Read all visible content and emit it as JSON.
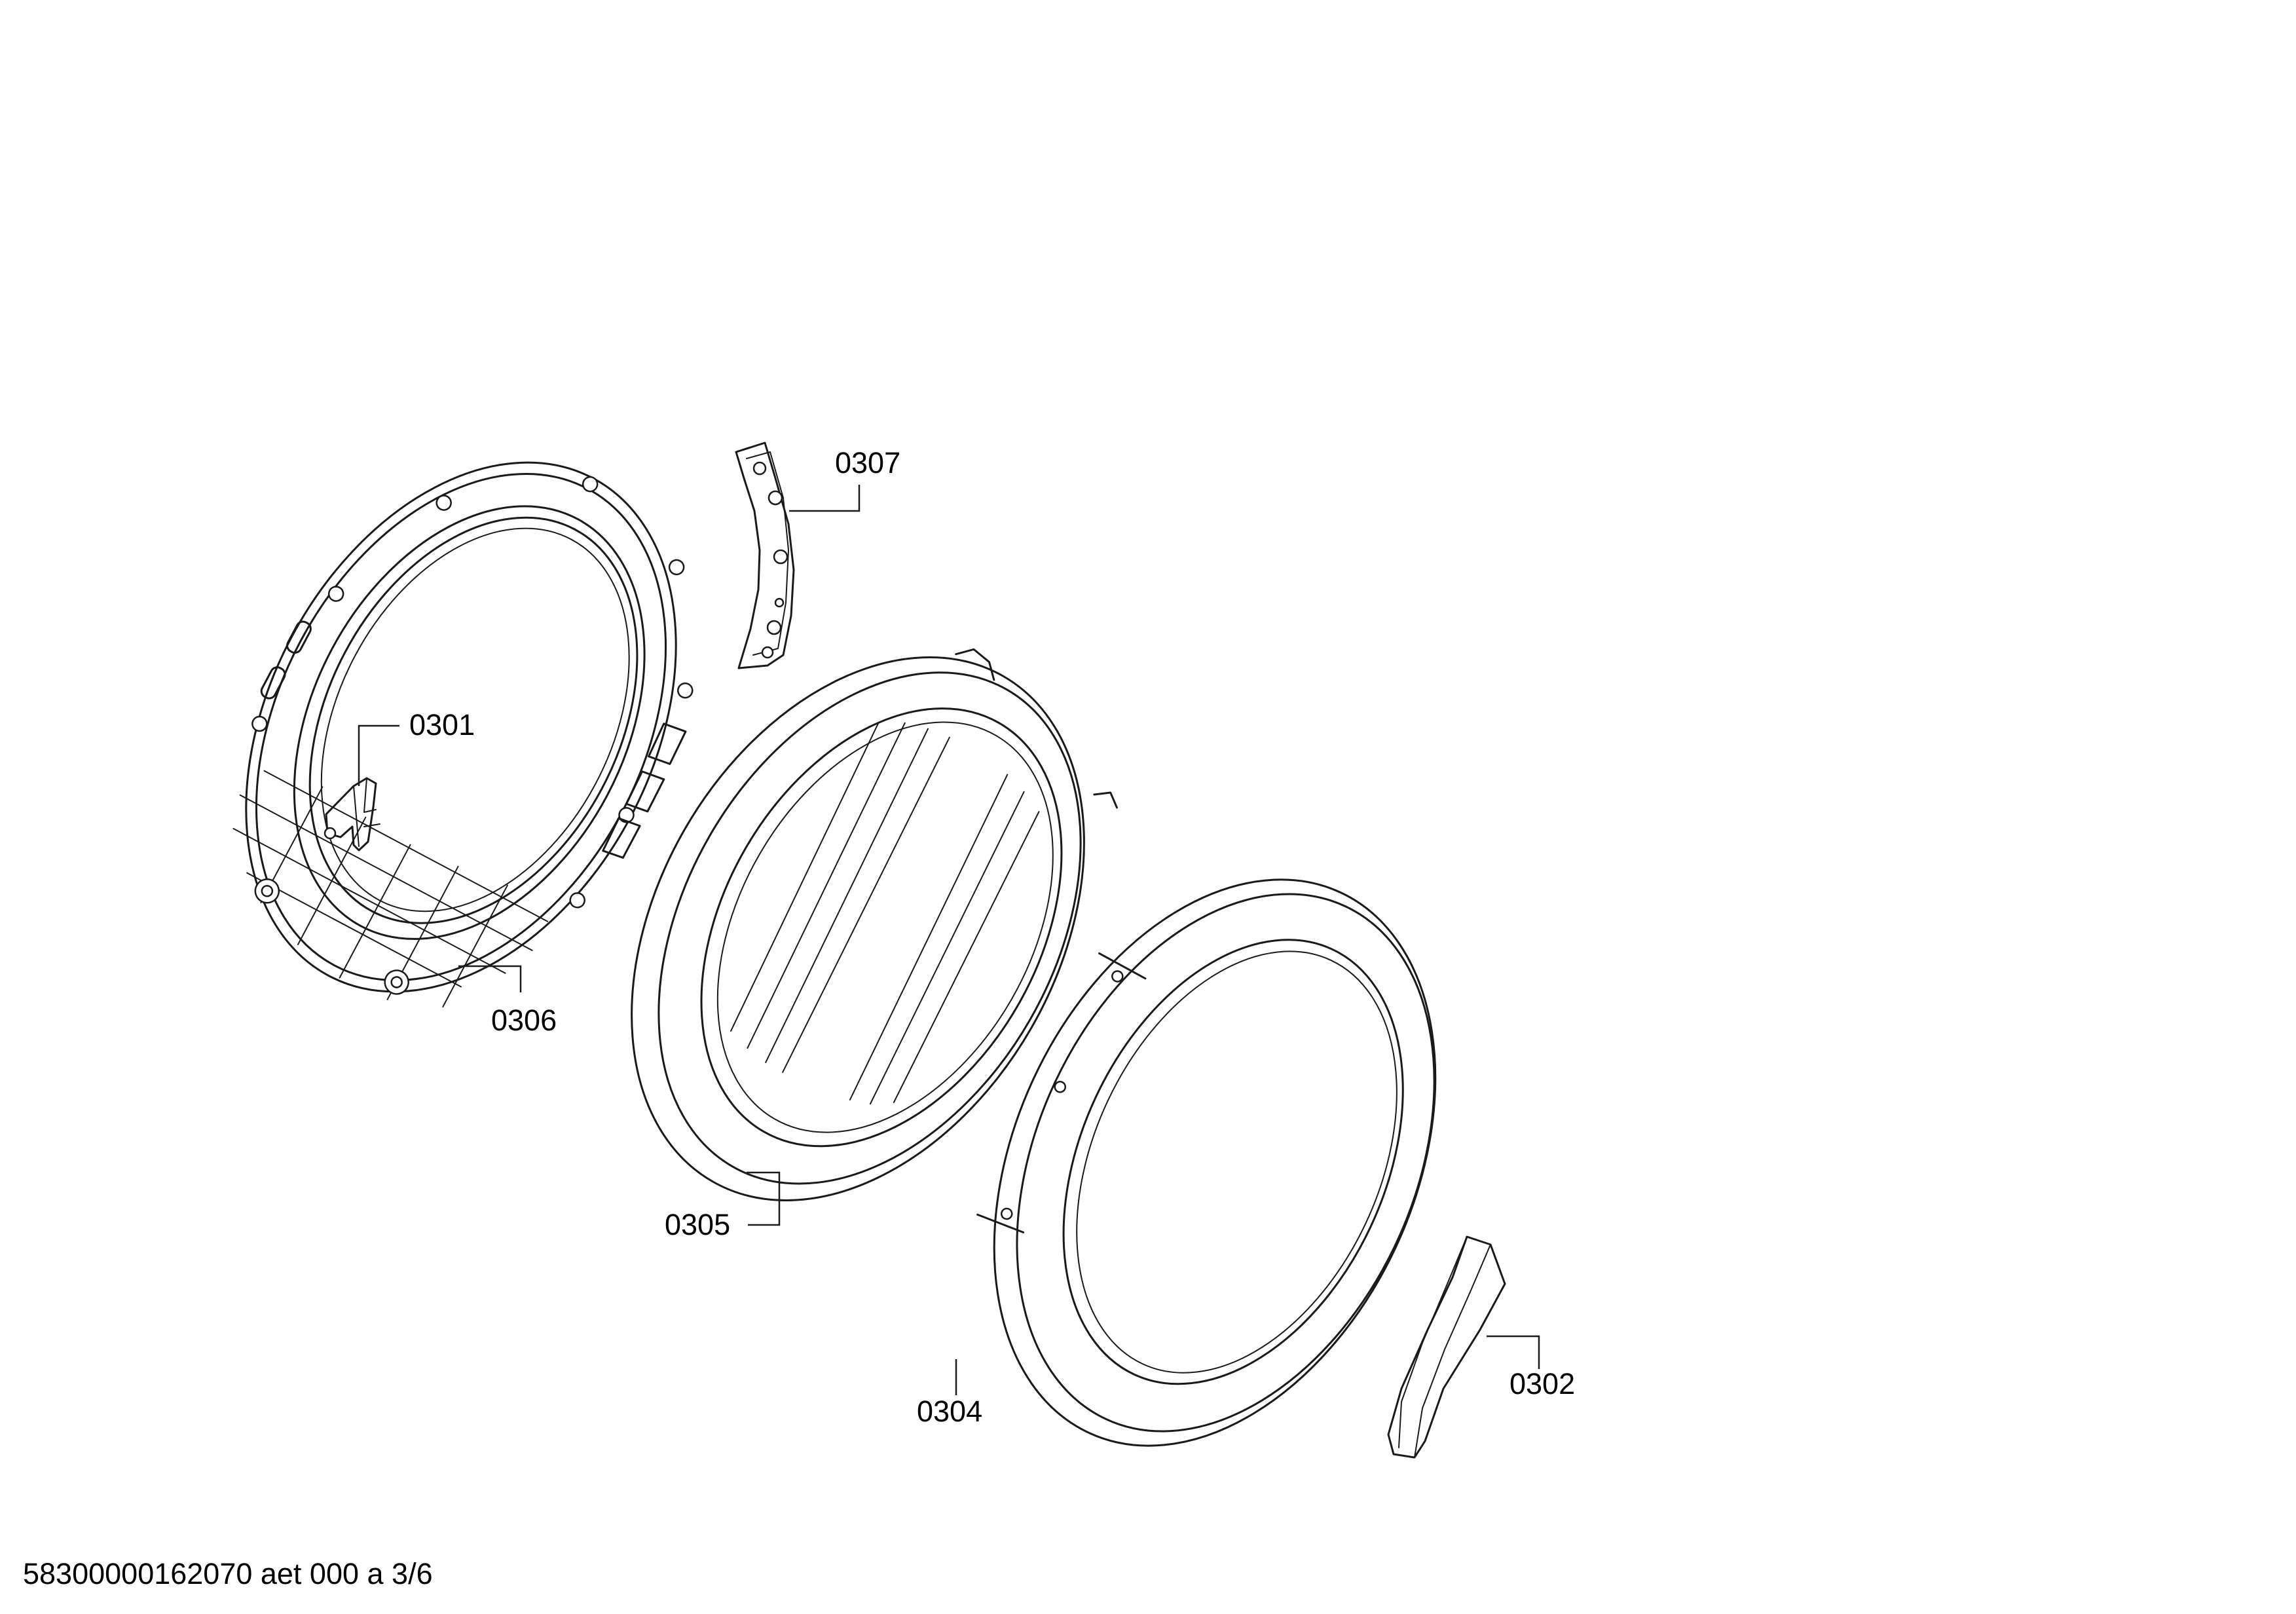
{
  "parts": [
    {
      "id": "p0301",
      "label": "0301"
    },
    {
      "id": "p0302",
      "label": "0302"
    },
    {
      "id": "p0304",
      "label": "0304"
    },
    {
      "id": "p0305",
      "label": "0305"
    },
    {
      "id": "p0306",
      "label": "0306"
    },
    {
      "id": "p0307",
      "label": "0307"
    }
  ],
  "footer": {
    "text": "58300000162070 aet 000 a 3/6"
  }
}
